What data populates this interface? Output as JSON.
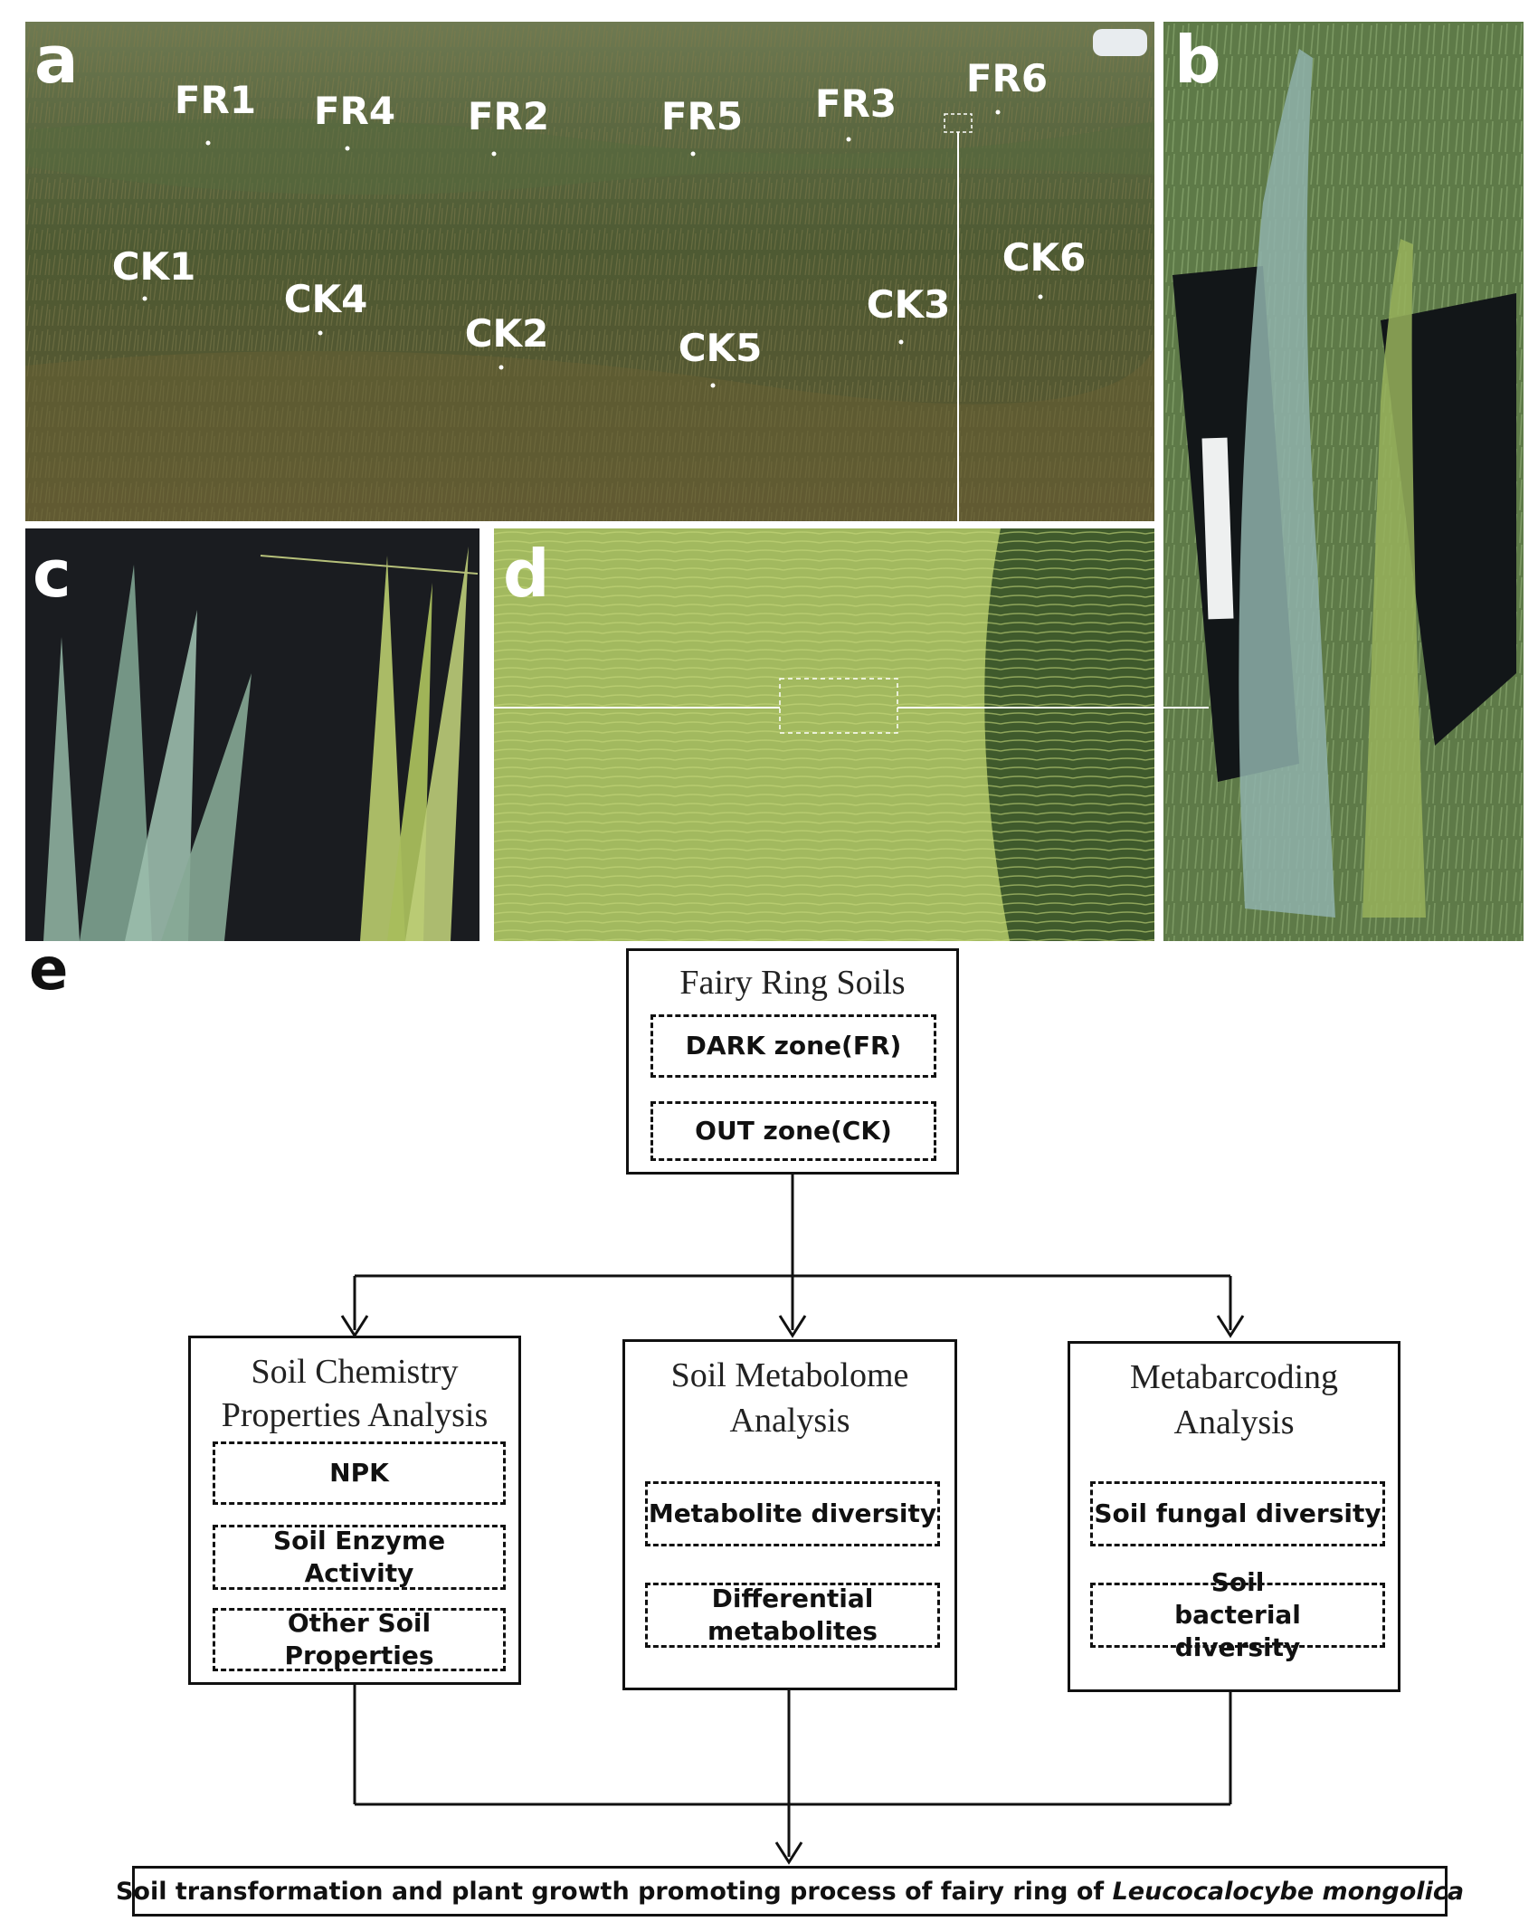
{
  "photos": {
    "panel_a": {
      "letter": "a",
      "plots": [
        {
          "label": "FR1"
        },
        {
          "label": "FR4"
        },
        {
          "label": "FR2"
        },
        {
          "label": "FR5"
        },
        {
          "label": "FR3"
        },
        {
          "label": "FR6"
        },
        {
          "label": "CK1"
        },
        {
          "label": "CK4"
        },
        {
          "label": "CK2"
        },
        {
          "label": "CK5"
        },
        {
          "label": "CK3"
        },
        {
          "label": "CK6"
        }
      ]
    },
    "panel_b": {
      "letter": "b"
    },
    "panel_c": {
      "letter": "c"
    },
    "panel_d": {
      "letter": "d"
    }
  },
  "flowchart": {
    "letter": "e",
    "top_box": {
      "title": "Fairy Ring Soils",
      "items": [
        "DARK zone(FR)",
        "OUT zone(CK)"
      ]
    },
    "chem_box": {
      "title_line1": "Soil Chemistry",
      "title_line2": "Properties Analysis",
      "items": [
        "NPK",
        "Soil Enzyme Activity",
        "Other Soil Properties"
      ]
    },
    "metab_box": {
      "title_line1": "Soil Metabolome",
      "title_line2": "Analysis",
      "items": [
        "Metabolite diversity",
        "Differential metabolites"
      ]
    },
    "barcode_box": {
      "title_line1": "Metabarcoding",
      "title_line2": "Analysis",
      "items": [
        "Soil fungal diversity",
        "Soil bacterial diversity"
      ]
    },
    "final_box": {
      "text": "Soil transformation and plant growth promoting process of fairy ring of",
      "species": "Leucocalocybe mongolica"
    }
  }
}
